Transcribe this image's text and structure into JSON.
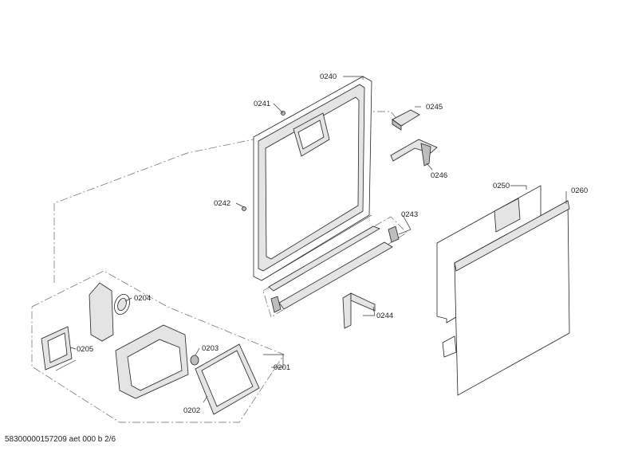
{
  "labels": {
    "p0240": "0240",
    "p0241": "0241",
    "p0242": "0242",
    "p0243": "0243",
    "p0244": "0244",
    "p0245": "0245",
    "p0246": "0246",
    "p0250": "0250",
    "p0260": "0260",
    "p0201": "0201",
    "p0202": "0202",
    "p0203": "0203",
    "p0204": "0204",
    "p0205": "0205"
  },
  "footer": "58300000157209 aet 000 b 2/6"
}
